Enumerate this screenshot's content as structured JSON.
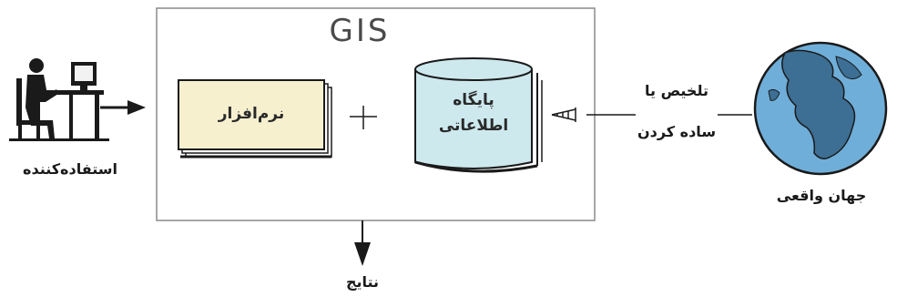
{
  "title": "GIS",
  "nodes": {
    "user": {
      "label": "استفاده‌کننده"
    },
    "software": {
      "label": "نرم‌افزار"
    },
    "database": {
      "label_line1": "پایگاه",
      "label_line2": "اطلاعاتی"
    },
    "real_world": {
      "label": "جهان واقعی"
    },
    "simplify": {
      "label_line1": "تلخیص یا",
      "label_line2": "ساده کردن"
    },
    "results": {
      "label": "نتایج"
    }
  },
  "colors": {
    "software_fill": "#f7f0cf",
    "database_fill": "#cde9ee",
    "globe_fill": "#6faed8",
    "frame_stroke": "#8a8a8a",
    "ink": "#1a1a1a"
  }
}
